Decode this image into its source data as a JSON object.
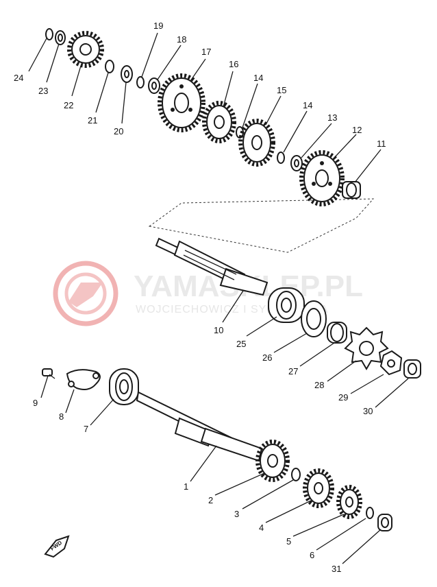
{
  "watermark": {
    "title": "YAMASKLEP.PL",
    "subtitle": "WOJCIECHOWICZ I SYN YAMAHA",
    "logo_color": "#f1b3b3",
    "text_color": "#e9e9e9"
  },
  "direction_arrow": {
    "label": "FWD"
  },
  "parts": [
    {
      "id": "p1",
      "label": "1",
      "type": "main-shaft"
    },
    {
      "id": "p2",
      "label": "2",
      "type": "gear"
    },
    {
      "id": "p3",
      "label": "3",
      "type": "circlip"
    },
    {
      "id": "p4",
      "label": "4",
      "type": "gear"
    },
    {
      "id": "p5",
      "label": "5",
      "type": "gear"
    },
    {
      "id": "p6",
      "label": "6",
      "type": "washer"
    },
    {
      "id": "p7",
      "label": "7",
      "type": "bearing"
    },
    {
      "id": "p8",
      "label": "8",
      "type": "bearing-retainer"
    },
    {
      "id": "p9",
      "label": "9",
      "type": "screw"
    },
    {
      "id": "p10",
      "label": "10",
      "type": "drive-axle"
    },
    {
      "id": "p11",
      "label": "11",
      "type": "collar"
    },
    {
      "id": "p12",
      "label": "12",
      "type": "gear"
    },
    {
      "id": "p13",
      "label": "13",
      "type": "washer"
    },
    {
      "id": "p14a",
      "label": "14",
      "type": "circlip"
    },
    {
      "id": "p14b",
      "label": "14",
      "type": "circlip"
    },
    {
      "id": "p15",
      "label": "15",
      "type": "gear"
    },
    {
      "id": "p16",
      "label": "16",
      "type": "gear"
    },
    {
      "id": "p17",
      "label": "17",
      "type": "gear"
    },
    {
      "id": "p18",
      "label": "18",
      "type": "washer"
    },
    {
      "id": "p19",
      "label": "19",
      "type": "circlip"
    },
    {
      "id": "p20",
      "label": "20",
      "type": "washer"
    },
    {
      "id": "p21",
      "label": "21",
      "type": "circlip"
    },
    {
      "id": "p22",
      "label": "22",
      "type": "gear"
    },
    {
      "id": "p23",
      "label": "23",
      "type": "washer"
    },
    {
      "id": "p24",
      "label": "24",
      "type": "circlip"
    },
    {
      "id": "p25",
      "label": "25",
      "type": "bearing"
    },
    {
      "id": "p26",
      "label": "26",
      "type": "oil-seal"
    },
    {
      "id": "p27",
      "label": "27",
      "type": "collar"
    },
    {
      "id": "p28",
      "label": "28",
      "type": "sprocket"
    },
    {
      "id": "p29",
      "label": "29",
      "type": "lock-washer"
    },
    {
      "id": "p30",
      "label": "30",
      "type": "nut"
    },
    {
      "id": "p31",
      "label": "31",
      "type": "nut"
    }
  ]
}
